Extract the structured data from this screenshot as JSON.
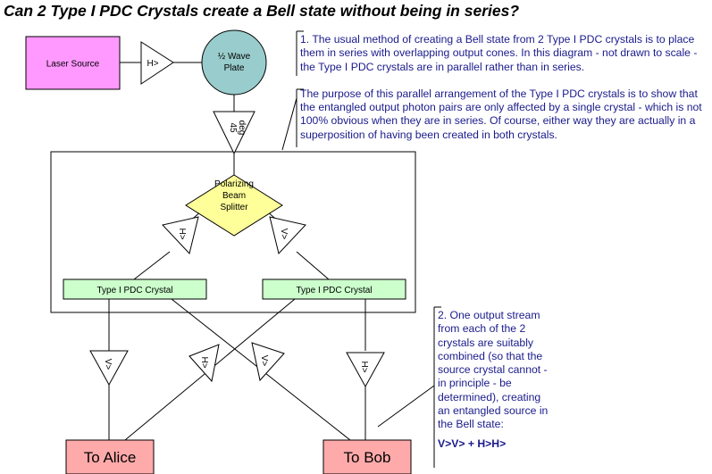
{
  "title": "Can 2 Type I PDC Crystals create a Bell state without being in series?",
  "components": {
    "laser_source": "Laser Source",
    "wave_plate_line1": "½ Wave",
    "wave_plate_line2": "Plate",
    "pbs_line1": "Polarizing",
    "pbs_line2": "Beam",
    "pbs_line3": "Splitter",
    "crystal_left": "Type I PDC Crystal",
    "crystal_right": "Type I PDC Crystal",
    "alice": "To Alice",
    "bob": "To Bob"
  },
  "polarizers": {
    "laser_out": "H>",
    "wave_plate_out_line1": "45",
    "wave_plate_out_line2": "deg",
    "pbs_left": "H>",
    "pbs_right": "V>",
    "out_left_left": "V>",
    "out_right_left": "H>",
    "out_left_right": "V>",
    "out_right_right": "H>"
  },
  "notes": {
    "note1_p1": "1. The usual method of creating a Bell state from 2 Type I PDC crystals is to place them in series with overlapping output cones.  In this diagram - not drawn to scale - the Type I PDC crystals are in parallel rather than in series.",
    "note1_p2": "The purpose of this parallel arrangement of the Type I PDC crystals is to show that the entangled output photon pairs are only affected by a single crystal - which is not 100% obvious when they are in series.  Of course, either way they are actually in a superposition of having been created in both crystals.",
    "note2": "2. One output stream from each of the 2 crystals are suitably combined (so that the source crystal cannot - in principle - be determined), creating an entangled source in the Bell state:",
    "note2_equation": "V>V> + H>H>"
  },
  "colors": {
    "laser_fill": "#ff99ff",
    "wave_plate_fill": "#99cccc",
    "pbs_fill": "#ffff99",
    "crystal_fill": "#ccffcc",
    "target_fill": "#ffaaaa",
    "note_text": "#1a1a8c"
  }
}
